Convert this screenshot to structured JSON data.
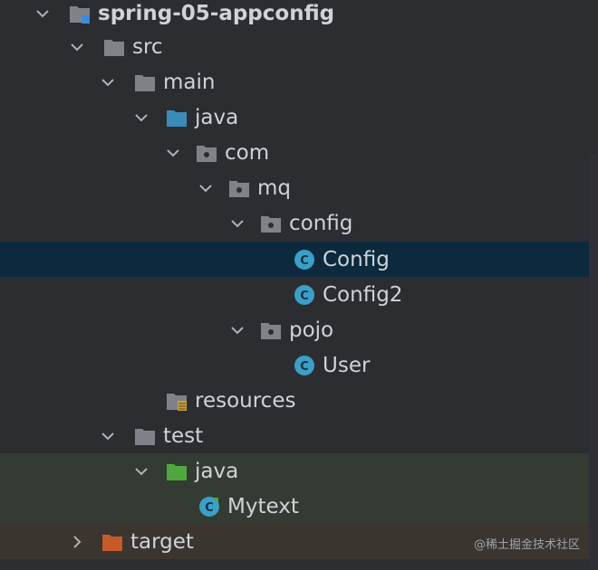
{
  "project": {
    "name": "spring-05-appconfig"
  },
  "tree": {
    "src": "src",
    "main": "main",
    "java_main": "java",
    "com": "com",
    "mq": "mq",
    "config": "config",
    "config_class": "Config",
    "config2_class": "Config2",
    "pojo": "pojo",
    "user_class": "User",
    "resources": "resources",
    "test": "test",
    "java_test": "java",
    "mytext_class": "Mytext",
    "target": "target"
  },
  "watermark": "@稀土掘金技术社区",
  "colors": {
    "selection": "#0d293e",
    "test_row": "#343b33",
    "target_row": "#3b3530",
    "folder_gray": "#7f8389",
    "java_source_folder": "#3b8bb8",
    "test_source_folder": "#4fa83d",
    "excluded_folder": "#c75a2a",
    "class_icon": "#3aa0c8"
  }
}
